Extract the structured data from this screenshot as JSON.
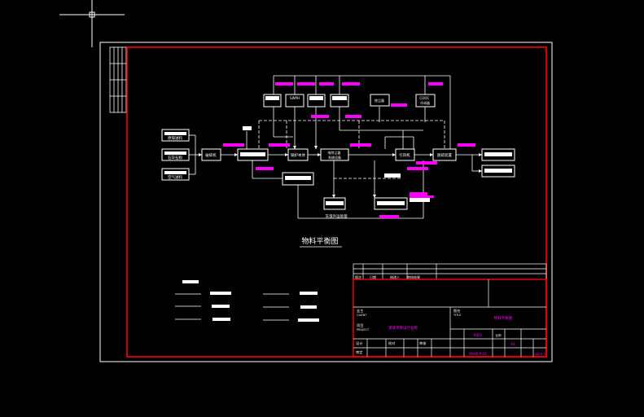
{
  "drawing": {
    "title": "物料平衡图",
    "title_block": {
      "header_cells": [
        "版次",
        "日期",
        "修改人",
        "审核结果"
      ],
      "owner_label": "业主",
      "owner_label_en": "CLIENT",
      "project_label": "项目",
      "project_label_en": "PROJECT",
      "project_value": "某某项目设计名称",
      "title_label": "图名",
      "title_label_en": "TITLE",
      "title_value": "物料平衡图",
      "design_label": "设计",
      "check_label": "校对",
      "review_label": "审核",
      "approve_label": "审定",
      "stage_value": "0401",
      "drawing_no": "PSMS-P-01",
      "scale_label": "比例",
      "sheet_value": "01",
      "date_value": "2005.3"
    }
  },
  "flow": {
    "inputs": [
      "原煤进料",
      "石灰石粉",
      "空气进料"
    ],
    "bottom_label": "灰渣外运处理",
    "top_box_labels": [
      "",
      "SWPH",
      "",
      "",
      "除尘器",
      "COOC\n冷却器"
    ],
    "mid_box_labels": [
      "破碎机",
      "",
      "锅炉本体",
      "电除尘器\n系统设备",
      "引风机",
      "脱硫装置"
    ],
    "colors": {
      "magenta": "#ff00ff",
      "border_red": "#ff0000",
      "line": "#ffffff"
    }
  }
}
